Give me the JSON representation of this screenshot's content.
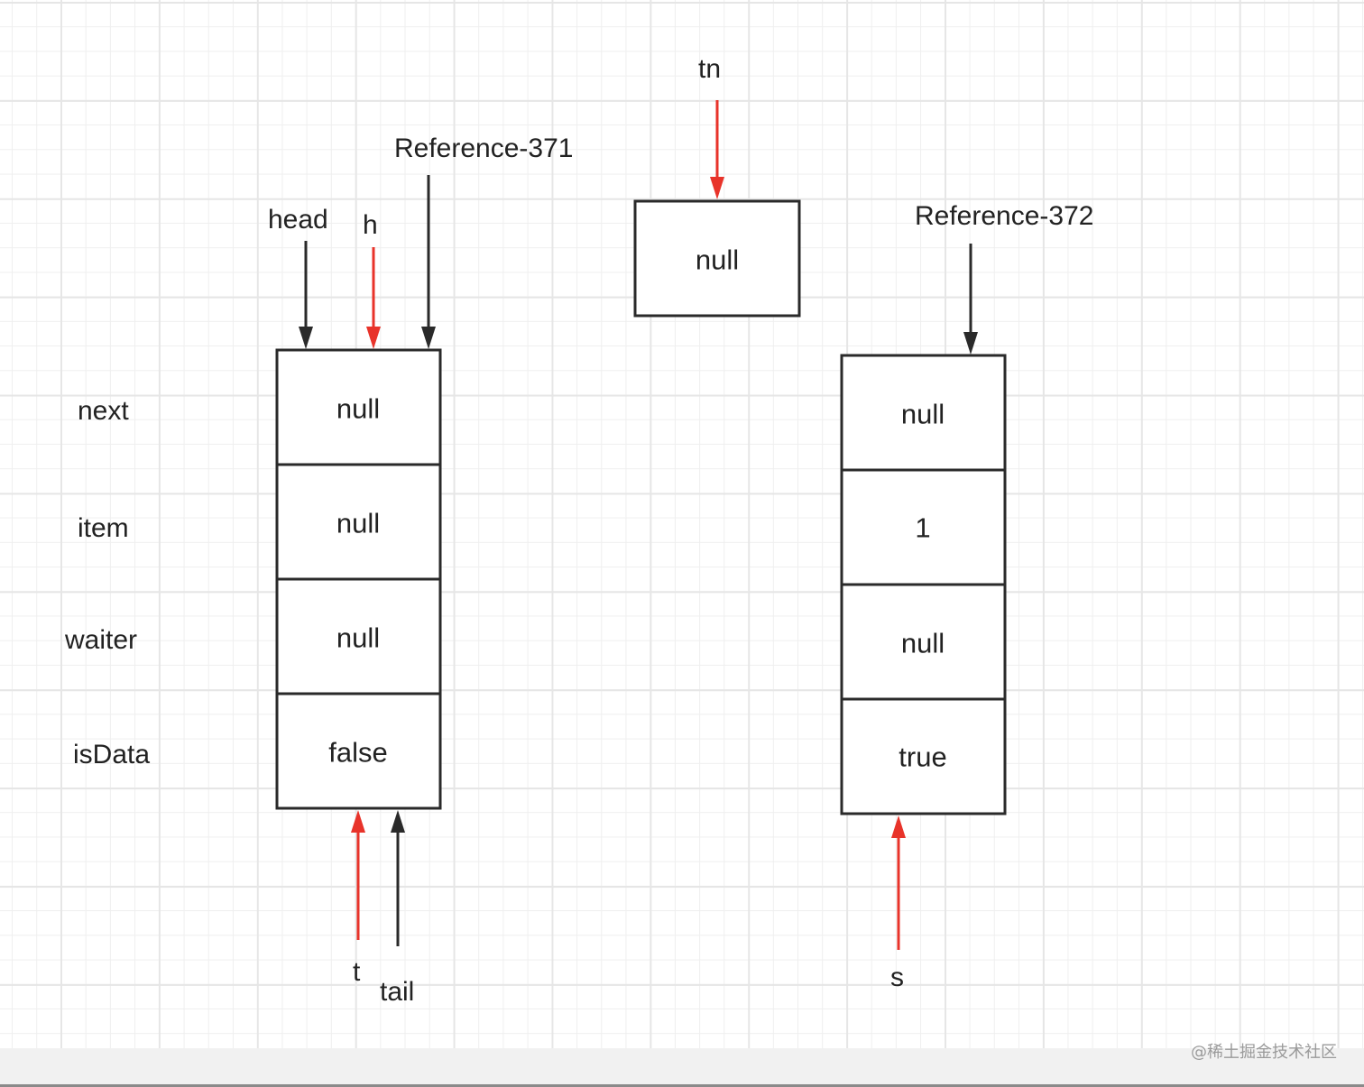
{
  "diagram": {
    "field_labels": [
      "next",
      "item",
      "waiter",
      "isData"
    ],
    "nodes": [
      {
        "id": "node-371",
        "reference_label": "Reference-371",
        "cells": [
          "null",
          "null",
          "null",
          "false"
        ]
      },
      {
        "id": "node-tn",
        "cells": [
          "null"
        ]
      },
      {
        "id": "node-372",
        "reference_label": "Reference-372",
        "cells": [
          "null",
          "1",
          "null",
          "true"
        ]
      }
    ],
    "pointers": [
      {
        "label": "head",
        "target": "node-371",
        "side": "top",
        "color": "black"
      },
      {
        "label": "h",
        "target": "node-371",
        "side": "top",
        "color": "red"
      },
      {
        "label": "Reference-371",
        "target": "node-371",
        "side": "top",
        "color": "black"
      },
      {
        "label": "tn",
        "target": "node-tn",
        "side": "top",
        "color": "red"
      },
      {
        "label": "Reference-372",
        "target": "node-372",
        "side": "top",
        "color": "black"
      },
      {
        "label": "t",
        "target": "node-371",
        "side": "bottom",
        "color": "red"
      },
      {
        "label": "tail",
        "target": "node-371",
        "side": "bottom",
        "color": "black"
      },
      {
        "label": "s",
        "target": "node-372",
        "side": "bottom",
        "color": "red"
      }
    ],
    "colors": {
      "pointer_black": "#2a2a2a",
      "pointer_red": "#e8332a",
      "box_stroke": "#2a2a2a",
      "text": "#222222"
    }
  },
  "watermark": "@稀土掘金技术社区"
}
